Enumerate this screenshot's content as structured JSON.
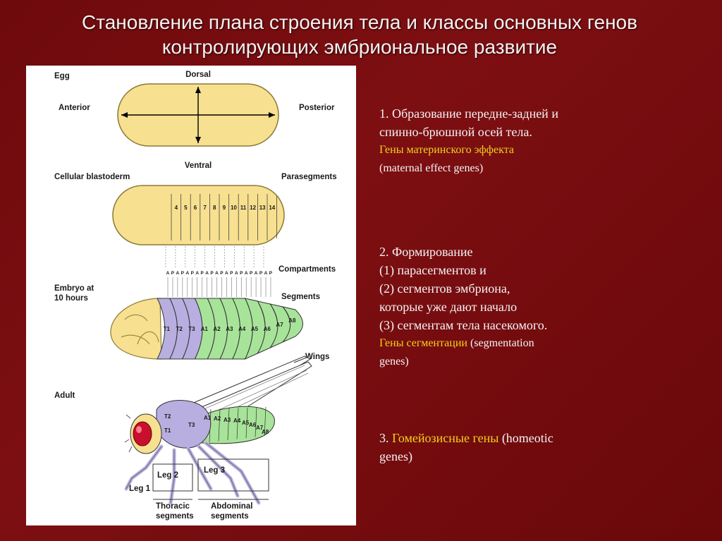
{
  "title": {
    "line1": "Становление плана строения тела и классы основных генов",
    "line2": "контролирующих эмбриональное развитие"
  },
  "figure": {
    "egg_label": "Egg",
    "dorsal": "Dorsal",
    "ventral": "Ventral",
    "anterior": "Anterior",
    "posterior": "Posterior",
    "blastoderm_label": "Cellular blastoderm",
    "parasegments_label": "Parasegments",
    "parasegment_numbers": [
      "4",
      "5",
      "6",
      "7",
      "8",
      "9",
      "10",
      "11",
      "12",
      "13",
      "14"
    ],
    "compartments_label": "Compartments",
    "compartment_marks": [
      "A",
      "P",
      "A",
      "P",
      "A",
      "P",
      "A",
      "P",
      "A",
      "P",
      "A",
      "P",
      "A",
      "P",
      "A",
      "P",
      "A",
      "P",
      "A",
      "P",
      "A",
      "P"
    ],
    "embryo_label_1": "Embryo at",
    "embryo_label_2": "10 hours",
    "segments_label": "Segments",
    "embryo_segments": [
      "T1",
      "T2",
      "T3",
      "A1",
      "A2",
      "A3",
      "A4",
      "A5",
      "A6",
      "A7",
      "A8"
    ],
    "wings_label": "Wings",
    "adult_label": "Adult",
    "adult_thoracic": [
      "T2",
      "T3",
      "T1"
    ],
    "adult_abdominal": [
      "A1",
      "A2",
      "A3",
      "A4",
      "A5",
      "A6",
      "A7",
      "A8"
    ],
    "leg1": "Leg 1",
    "leg2": "Leg 2",
    "leg3": "Leg 3",
    "thoracic_1": "Thoracic",
    "thoracic_2": "segments",
    "abdominal_1": "Abdominal",
    "abdominal_2": "segments"
  },
  "points": {
    "p1_line1": "1. Образование передне-задней и",
    "p1_line2": "спинно-брюшной осей тела.",
    "p1_genes": "Гены материнского эффекта",
    "p1_genes_en": "(maternal effect genes)",
    "p2_line1": "2. Формирование",
    "p2_line2": "(1) парасегментов и",
    "p2_line3": "(2) сегментов эмбриона,",
    "p2_line4": "которые уже дают начало",
    "p2_line5": "(3) сегментам тела насекомого.",
    "p2_genes": "Гены сегментации",
    "p2_genes_en_a": "(segmentation",
    "p2_genes_en_b": "genes)",
    "p3_num": "3.",
    "p3_genes": "Гомейозисные гены",
    "p3_genes_en_a": "(homeotic",
    "p3_genes_en_b": "genes)"
  },
  "colors": {
    "background": "#7a0d10",
    "highlight": "#f2d21a",
    "egg_fill": "#f7e08f",
    "thorax_fill": "#b8aee0",
    "abdomen_fill": "#a8e39a"
  }
}
